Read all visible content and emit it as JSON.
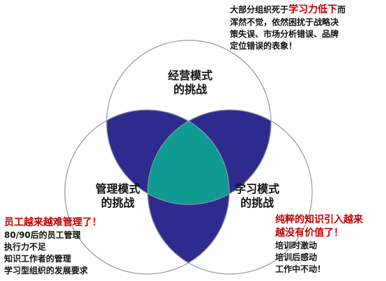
{
  "colors": {
    "pairwise_overlap": "#2e2b8e",
    "center_overlap": "#0f9a92",
    "circle_stroke": "#8f96a8",
    "highlight_text": "#c00000"
  },
  "circles": {
    "top": {
      "line1": "经营模式",
      "line2": "的挑战"
    },
    "left": {
      "line1": "管理模式",
      "line2": "的挑战"
    },
    "right": {
      "line1": "学习模式",
      "line2": "的挑战"
    }
  },
  "notes": {
    "top_right": {
      "line1_pre": "大部分组织死于",
      "line1_highlight": "学习力低下",
      "line1_post": "而",
      "line2": "浑然不觉，依然困扰于战略决",
      "line3": "策失误、市场分析错误、品牌",
      "line4": "定位错误的表象！"
    },
    "bottom_left": {
      "title": "员工越来越难管理了！",
      "items": [
        "80/90后的员工管理",
        "执行力不足",
        "知识工作者的管理",
        "学习型组织的发展要求"
      ]
    },
    "bottom_right": {
      "title_line1": "纯粹的知识引入越来",
      "title_line2": "越没有价值了！",
      "items": [
        "培训时激动",
        "培训后感动",
        "工作中不动！"
      ]
    }
  }
}
